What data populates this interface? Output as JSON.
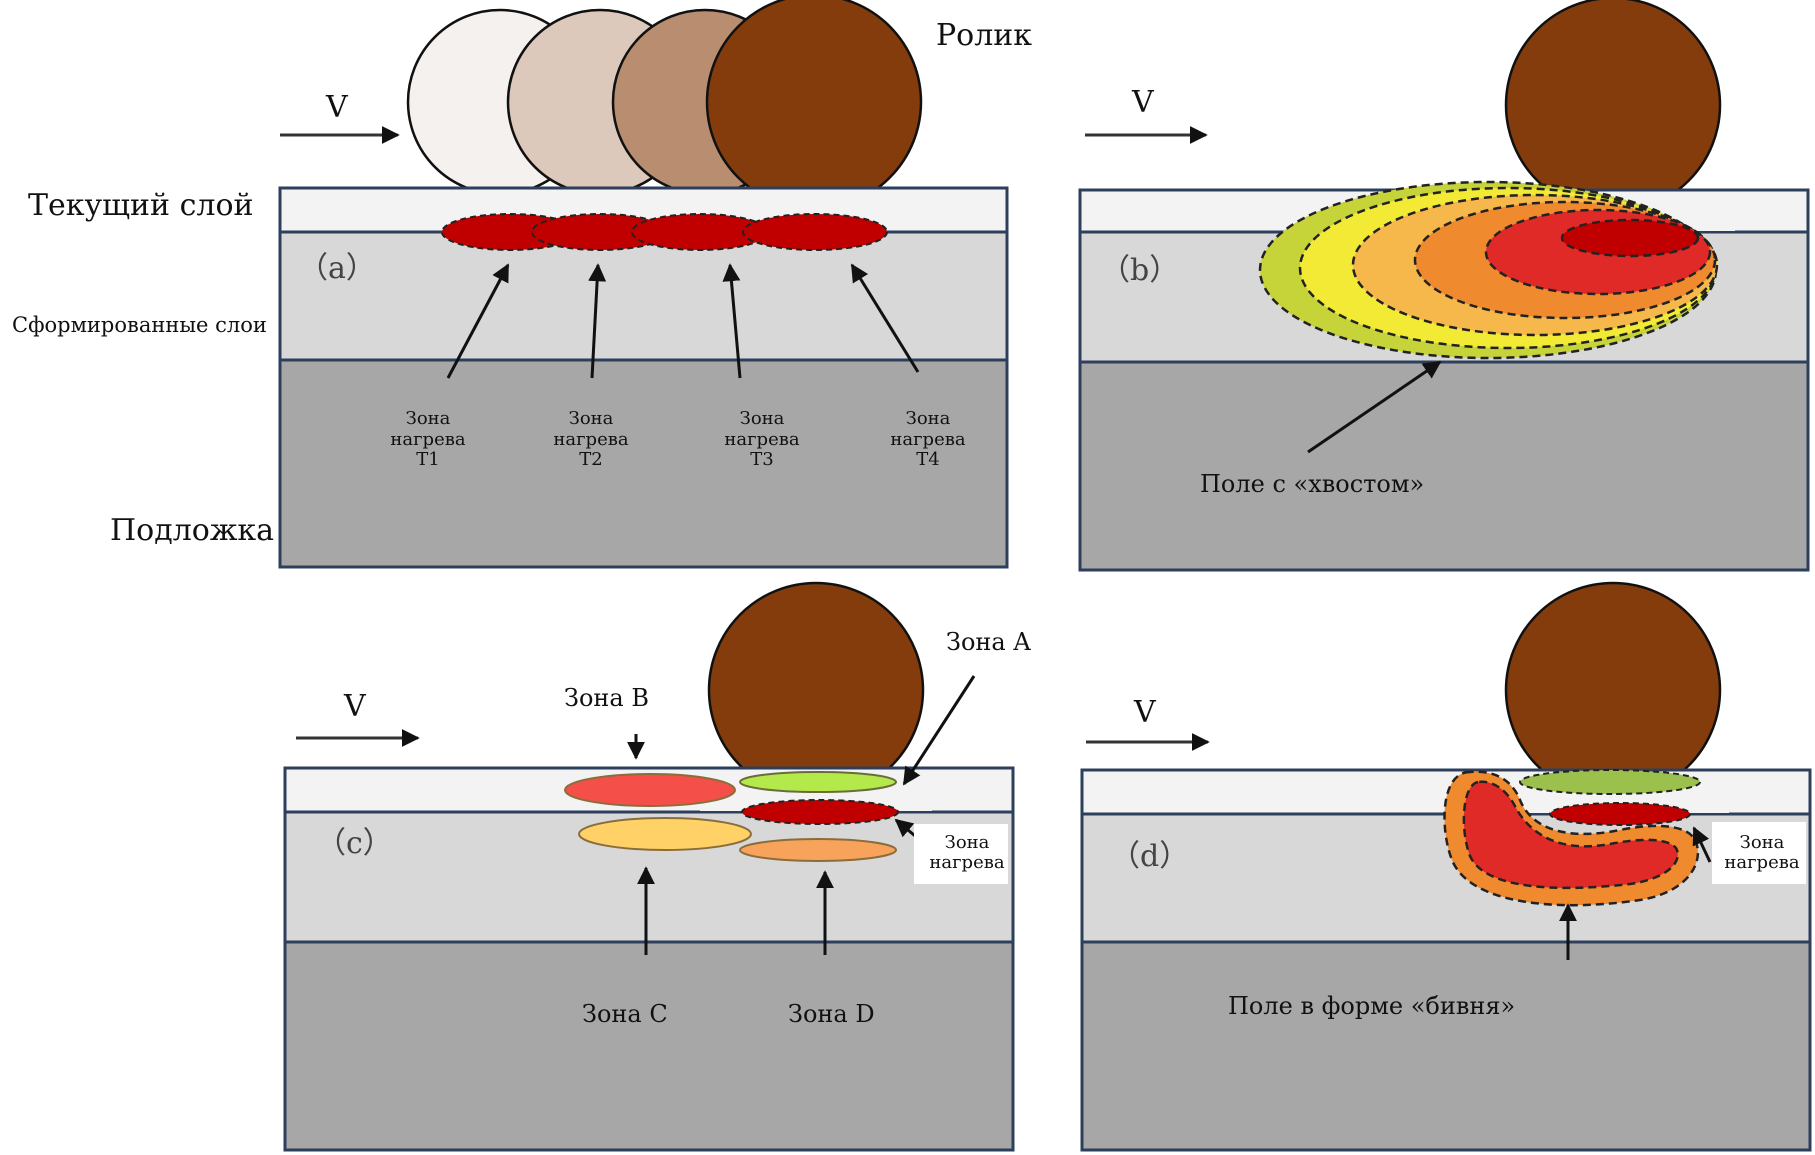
{
  "labels": {
    "roller": "Ролик",
    "current_layer": "Текущий слой",
    "formed_layers": "Сформированные слои",
    "substrate": "Подложка",
    "velocity": "V",
    "tail_field": "Поле с «хвостом»",
    "tusk_field": "Поле в форме «бивня»",
    "heating_zone": [
      "Зона",
      "нагрева"
    ],
    "zone_a": "Зона A",
    "zone_b": "Зона B",
    "zone_c": "Зона C",
    "zone_d": "Зона D"
  },
  "heating_zones_a": [
    [
      "Зона",
      "нагрева",
      "T1"
    ],
    [
      "Зона",
      "нагрева",
      "T2"
    ],
    [
      "Зона",
      "нагрева",
      "T3"
    ],
    [
      "Зона",
      "нагрева",
      "T4"
    ]
  ],
  "panel_tags": [
    "（a）",
    "（b）",
    "（c）",
    "（d）"
  ],
  "colors": {
    "current_layer": "#f3f3f3",
    "formed_layers": "#d8d8d8",
    "substrate": "#a7a7a7",
    "border": "#2d3f5c",
    "roller_final": "#843c0c",
    "roller_steps": [
      "#f4f1ee",
      "#ddc9bb",
      "#b88d70",
      "#843c0c"
    ],
    "hot_red": "#c00000",
    "red": "#e02a28",
    "orange": "#f08a2e",
    "light_orange": "#f7b84b",
    "yellow": "#f2ea35",
    "yellow_green": "#c6d43a",
    "zone_a": "#b4e94b",
    "zone_b": "#f45049",
    "zone_c": "#ffd166",
    "zone_d": "#f7a35c"
  }
}
